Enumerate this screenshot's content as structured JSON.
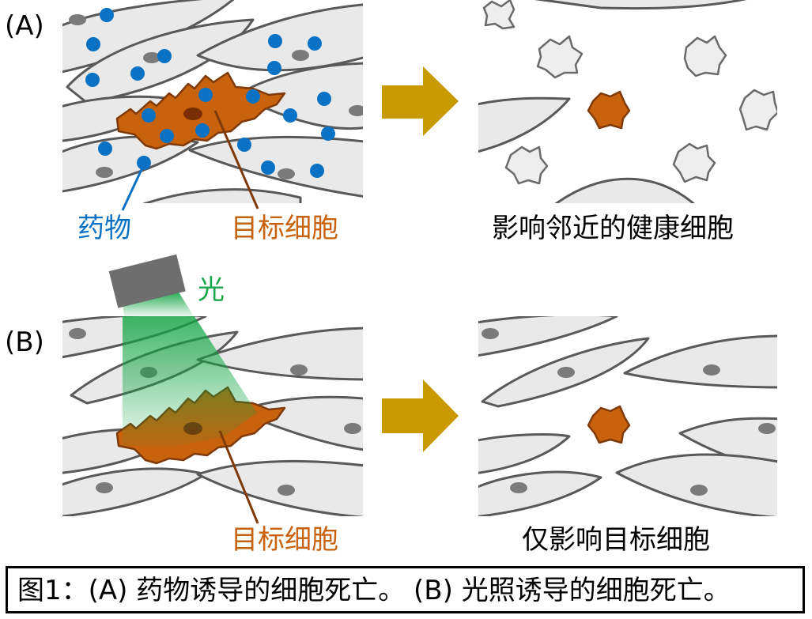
{
  "panel_a_label": "(A)",
  "panel_b_label": "(B)",
  "drug_label": "药物",
  "target_cell_label": "目标细胞",
  "target_cell_label_b": "目标细胞",
  "result_a": "影响邻近的健康细胞",
  "light_label": "光",
  "result_b": "仅影响目标细胞",
  "caption": "图1：(A) 药物诱导的细胞死亡。 (B) 光照诱导的细胞死亡。",
  "colors": {
    "drug": "#0a72c4",
    "target": "#c8620c",
    "light": "#1aa64a",
    "arrow": "#c99a00",
    "cell": "#e9e9e9"
  }
}
